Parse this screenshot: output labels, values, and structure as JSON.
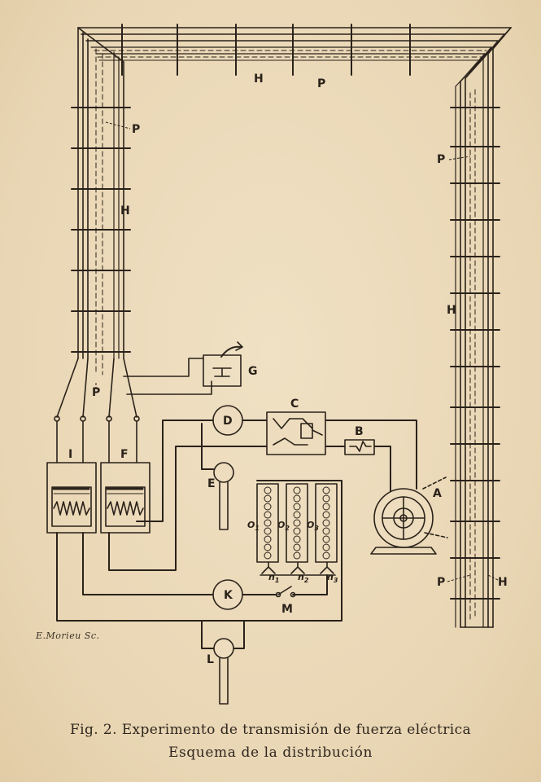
{
  "diagram": {
    "labels": {
      "H_top": "H",
      "P_top": "P",
      "P_left": "P",
      "H_left": "H",
      "P_right": "P",
      "H_right": "H",
      "P_bottom_right": "P",
      "H_bottom_right": "H",
      "P_center": "P",
      "G": "G",
      "C": "C",
      "D": "D",
      "B": "B",
      "A": "A",
      "I": "I",
      "F": "F",
      "E": "E",
      "K": "K",
      "M": "M",
      "L": "L",
      "O1": "O",
      "O1_sub": "1",
      "O2": "O",
      "O2_sub": "2",
      "O3": "O",
      "O3_sub": "3",
      "n1": "n",
      "n1_sub": "1",
      "n2": "n",
      "n2_sub": "2",
      "n3": "n",
      "n3_sub": "3"
    },
    "colors": {
      "ink": "#2a221a",
      "paper": "#eddcbd"
    }
  },
  "engraver": "E.Morieu Sc.",
  "caption": {
    "line1": "Fig. 2. Experimento de transmisión de fuerza eléctrica",
    "line2": "Esquema de la distribución"
  }
}
